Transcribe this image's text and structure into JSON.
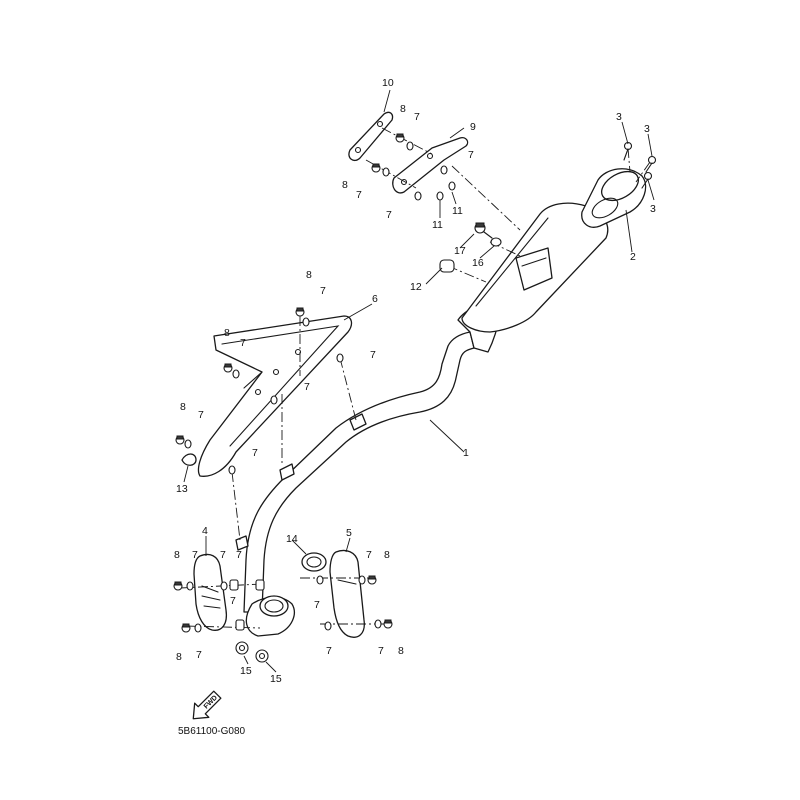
{
  "diagram_code": "5B61100-G080",
  "direction_label": "FWD",
  "callouts": [
    "1",
    "2",
    "3",
    "4",
    "5",
    "6",
    "7",
    "8",
    "9",
    "10",
    "11",
    "12",
    "13",
    "14",
    "15",
    "16",
    "17"
  ]
}
